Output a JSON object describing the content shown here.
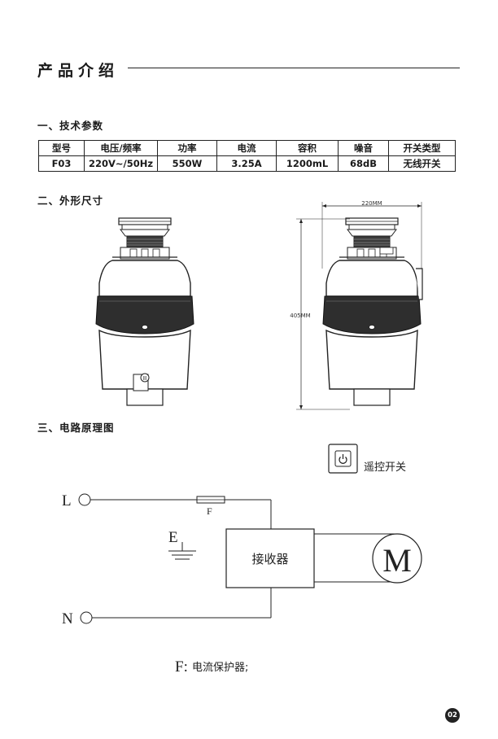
{
  "page": {
    "title": "产品介绍",
    "page_number": "02"
  },
  "specs": {
    "heading": "一、技术参数",
    "headers": [
      "型号",
      "电压/频率",
      "功率",
      "电流",
      "容积",
      "噪音",
      "开关类型"
    ],
    "values": [
      "F03",
      "220V~/50Hz",
      "550W",
      "3.25A",
      "1200mL",
      "68dB",
      "无线开关"
    ]
  },
  "dimensions": {
    "heading": "二、外形尺寸",
    "width_label": "220MM",
    "height_label": "405MM"
  },
  "circuit": {
    "heading": "三、电路原理图",
    "remote_switch_label": "遥控开关",
    "terminal_l": "L",
    "terminal_n": "N",
    "terminal_e": "E",
    "fuse_label": "F",
    "receiver_label": "接收器",
    "motor_label": "M",
    "legend_symbol": "F:",
    "legend_text": "电流保护器;"
  },
  "icons": [
    "power-icon",
    "ground-symbol-icon",
    "motor-icon",
    "fuse-icon"
  ]
}
